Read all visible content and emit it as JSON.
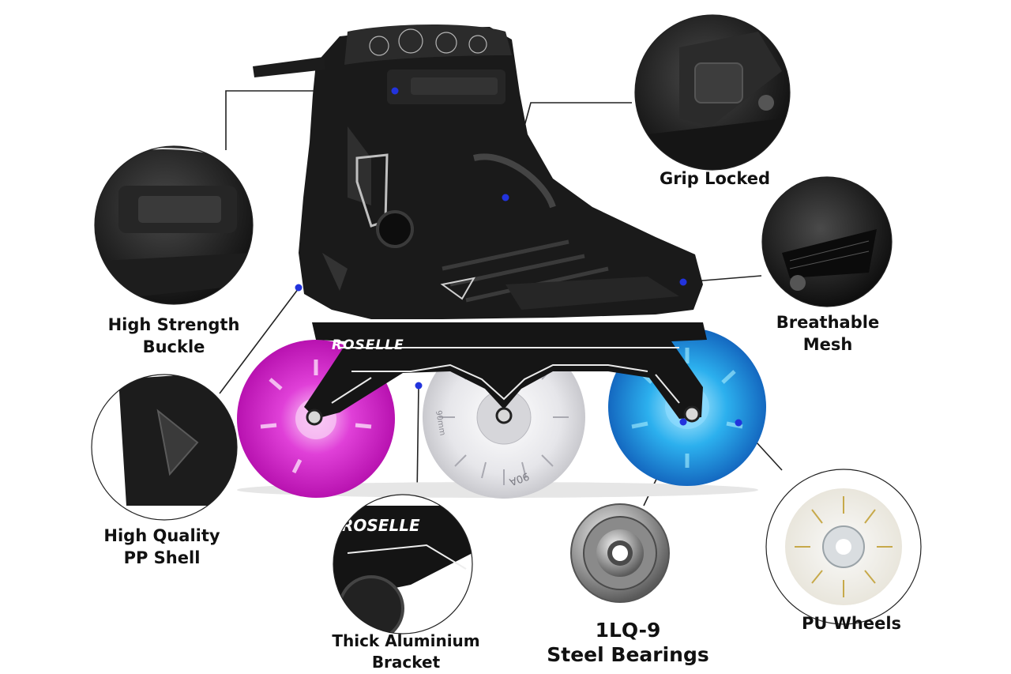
{
  "callouts": {
    "grip": {
      "line1": "Grip Locked"
    },
    "mesh": {
      "line1": "Breathable",
      "line2": "Mesh"
    },
    "buckle": {
      "line1": "High Strength",
      "line2": "Buckle"
    },
    "shell": {
      "line1": "High Quality",
      "line2": "PP Shell"
    },
    "wheels": {
      "line1": "PU Wheels"
    },
    "bracket": {
      "line1": "Thick Aluminium",
      "line2": "Bracket"
    },
    "bearings": {
      "line1": "1LQ-9",
      "line2": "Steel Bearings"
    }
  },
  "product": {
    "frame_brand": "ROSELLE",
    "wheel_marking": "90A",
    "wheel_size": "90mm"
  },
  "colors": {
    "boot": "#1a1a1a",
    "wheel_front": "#d020c8",
    "wheel_middle": "#e8e8ec",
    "wheel_rear": "#1f9ae0",
    "marker_dot": "#2233dd",
    "leader_line": "#222222"
  }
}
